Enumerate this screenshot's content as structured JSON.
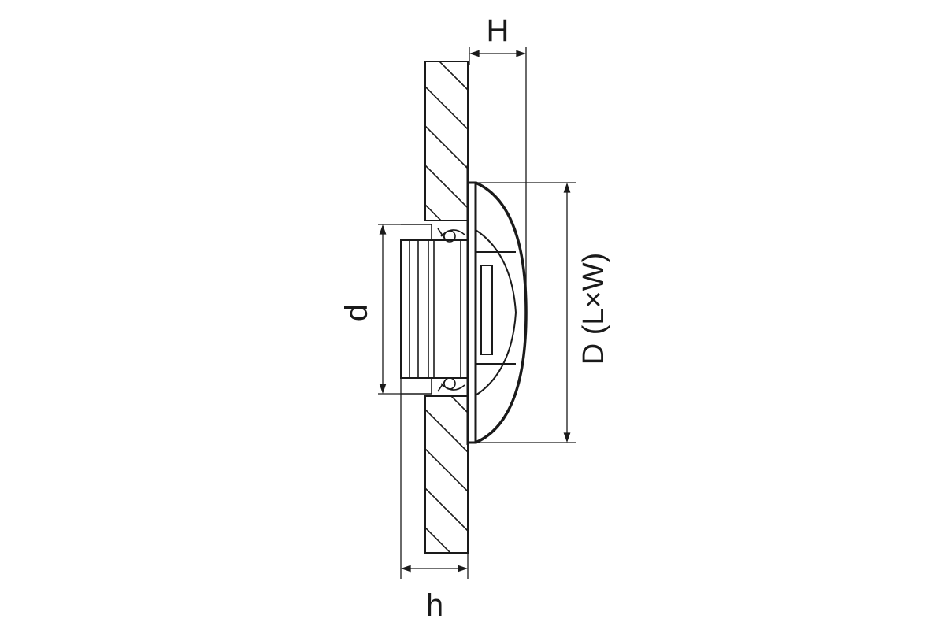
{
  "diagram": {
    "labels": {
      "H": "H",
      "h": "h",
      "d": "d",
      "D": "D (L×W)"
    },
    "colors": {
      "line": "#1a1a1a",
      "background": "#ffffff"
    }
  }
}
